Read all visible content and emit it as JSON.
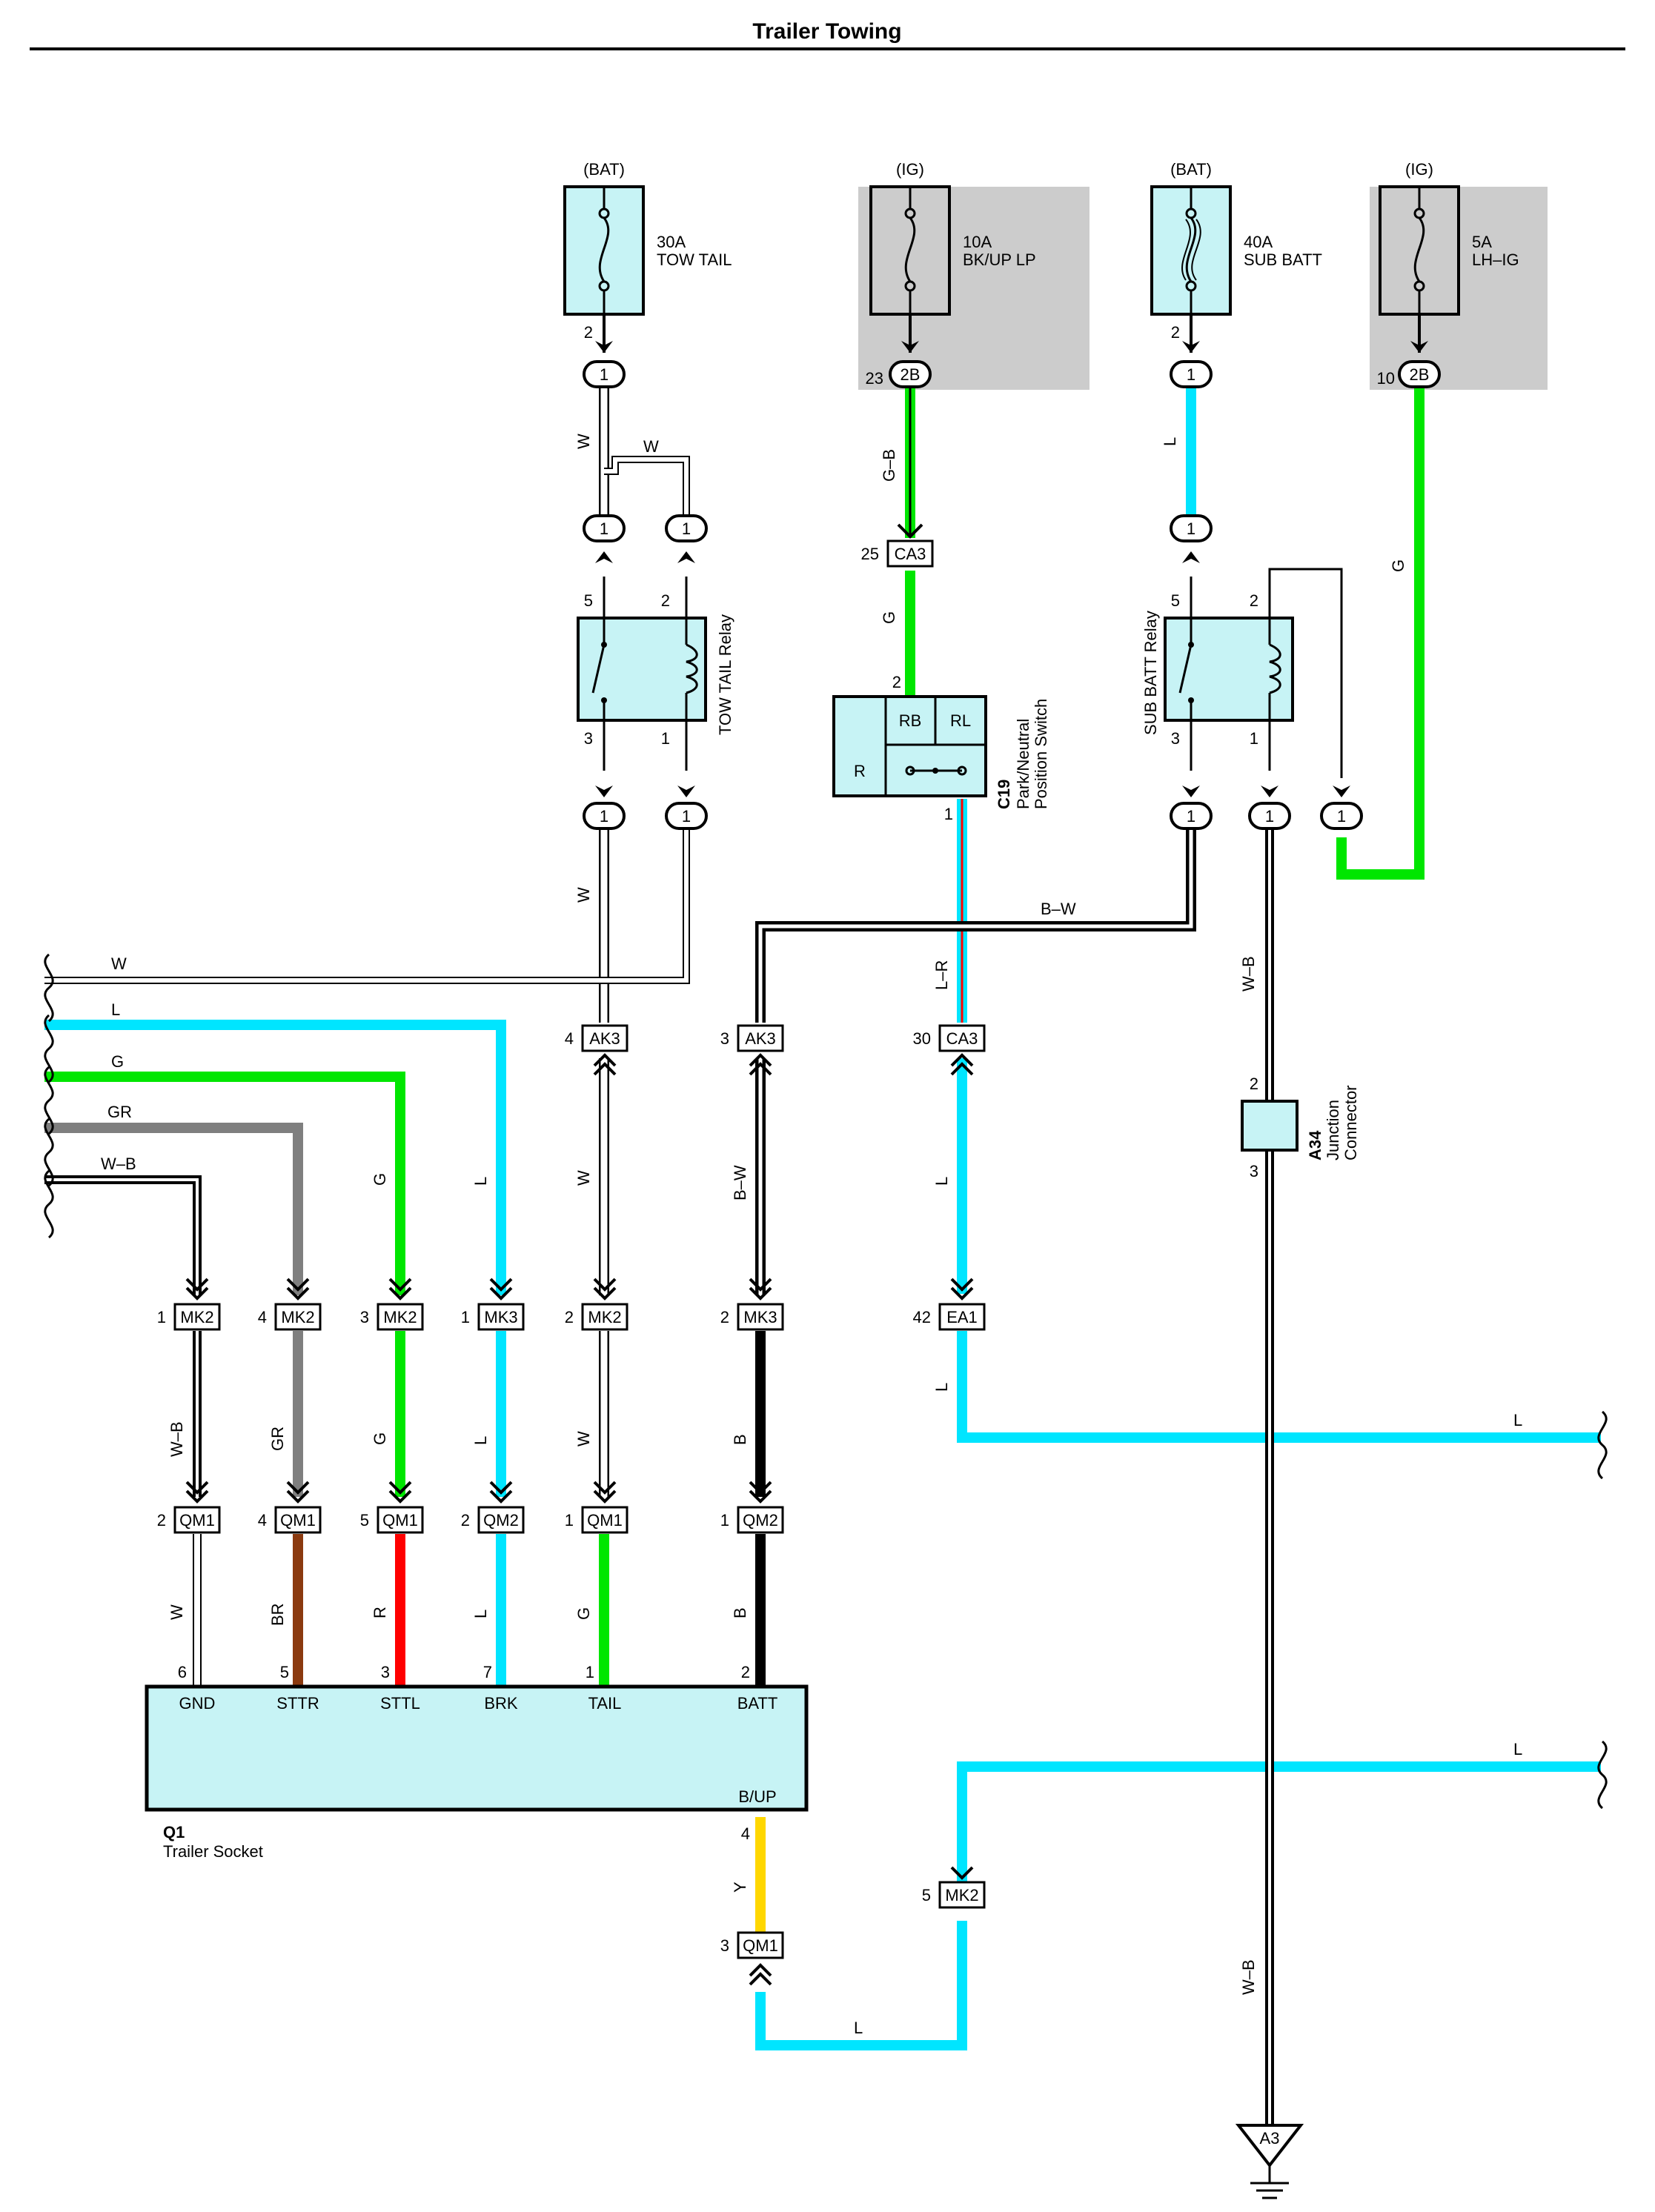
{
  "title": "Trailer Towing",
  "colors": {
    "W": "#ffffff",
    "L": "#00e5ff",
    "G": "#00e600",
    "GR": "#7f7f7f",
    "BR": "#8b3a0f",
    "R": "#ff0000",
    "B": "#000000",
    "Y": "#ffd700",
    "component_fill": "#c7f3f5",
    "junction_block": "#cccccc"
  },
  "fuses": [
    {
      "source": "(BAT)",
      "rating": "30A",
      "name": "TOW TAIL",
      "out_pin": "2",
      "connector": "1"
    },
    {
      "source": "(IG)",
      "rating": "10A",
      "name": "BK/UP LP",
      "out_pin": "23",
      "connector": "2B"
    },
    {
      "source": "(BAT)",
      "rating": "40A",
      "name": "SUB BATT",
      "out_pin": "2",
      "connector": "1"
    },
    {
      "source": "(IG)",
      "rating": "5A",
      "name": "LH–IG",
      "out_pin": "10",
      "connector": "2B"
    }
  ],
  "relays": {
    "tow_tail": {
      "name": "TOW TAIL Relay",
      "pins": [
        "5",
        "2",
        "3",
        "1"
      ]
    },
    "sub_batt": {
      "name": "SUB BATT Relay",
      "pins": [
        "5",
        "2",
        "3",
        "1"
      ]
    }
  },
  "switch": {
    "code": "C19",
    "name_line1": "Park/Neutral",
    "name_line2": "Position Switch",
    "cells": [
      "RB",
      "RL",
      "R"
    ],
    "pin_in": "2",
    "pin_out": "1"
  },
  "junction": {
    "code": "A34",
    "name_line1": "Junction",
    "name_line2": "Connector",
    "pin_top": "2",
    "pin_bottom": "3"
  },
  "socket": {
    "code": "Q1",
    "name": "Trailer Socket",
    "terminals": [
      {
        "pin": "6",
        "name": "GND"
      },
      {
        "pin": "5",
        "name": "STTR"
      },
      {
        "pin": "3",
        "name": "STTL"
      },
      {
        "pin": "7",
        "name": "BRK"
      },
      {
        "pin": "1",
        "name": "TAIL"
      },
      {
        "pin": "2",
        "name": "BATT"
      }
    ],
    "bup_label": "B/UP",
    "bup_pin": "4"
  },
  "ground": "A3",
  "connectors": {
    "ca3_top": {
      "pin": "25",
      "name": "CA3"
    },
    "ak3_left": {
      "pin": "4",
      "name": "AK3"
    },
    "ak3_right": {
      "pin": "3",
      "name": "AK3"
    },
    "ca3_mid": {
      "pin": "30",
      "name": "CA3"
    },
    "ea1": {
      "pin": "42",
      "name": "EA1"
    },
    "mk_row": [
      {
        "pin": "1",
        "name": "MK2"
      },
      {
        "pin": "4",
        "name": "MK2"
      },
      {
        "pin": "3",
        "name": "MK2"
      },
      {
        "pin": "1",
        "name": "MK3"
      },
      {
        "pin": "2",
        "name": "MK2"
      },
      {
        "pin": "2",
        "name": "MK3"
      }
    ],
    "qm_row": [
      {
        "pin": "2",
        "name": "QM1"
      },
      {
        "pin": "4",
        "name": "QM1"
      },
      {
        "pin": "5",
        "name": "QM1"
      },
      {
        "pin": "2",
        "name": "QM2"
      },
      {
        "pin": "1",
        "name": "QM1"
      },
      {
        "pin": "1",
        "name": "QM2"
      }
    ],
    "mk2_bottom": {
      "pin": "5",
      "name": "MK2"
    },
    "qm1_bottom": {
      "pin": "3",
      "name": "QM1"
    }
  },
  "inline_connector_label": "1",
  "wire_labels": {
    "tow_w": "W",
    "tow_w_branch": "W",
    "bk_up": "G–B",
    "ca3_g": "G",
    "sub_l": "L",
    "lhig_g": "G",
    "relay_out_w": "W",
    "bw": "B–W",
    "lr": "L–R",
    "wb_top": "W–B",
    "wb_bottom": "W–B",
    "left_w": "W",
    "left_l": "L",
    "left_g": "G",
    "left_gr": "GR",
    "left_wb": "W–B",
    "mid_g": "G",
    "mid_l": "L",
    "mid_w": "W",
    "mid_bw": "B–W",
    "mid_l2": "L",
    "ea1_l": "L",
    "right_l1": "L",
    "right_l2": "L",
    "low_wb": "W–B",
    "low_gr": "GR",
    "low_g": "G",
    "low_l": "L",
    "low_w": "W",
    "low_b": "B",
    "sock_w": "W",
    "sock_br": "BR",
    "sock_r": "R",
    "sock_l": "L",
    "sock_g": "G",
    "sock_b": "B",
    "bup_y": "Y",
    "bottom_l": "L"
  }
}
